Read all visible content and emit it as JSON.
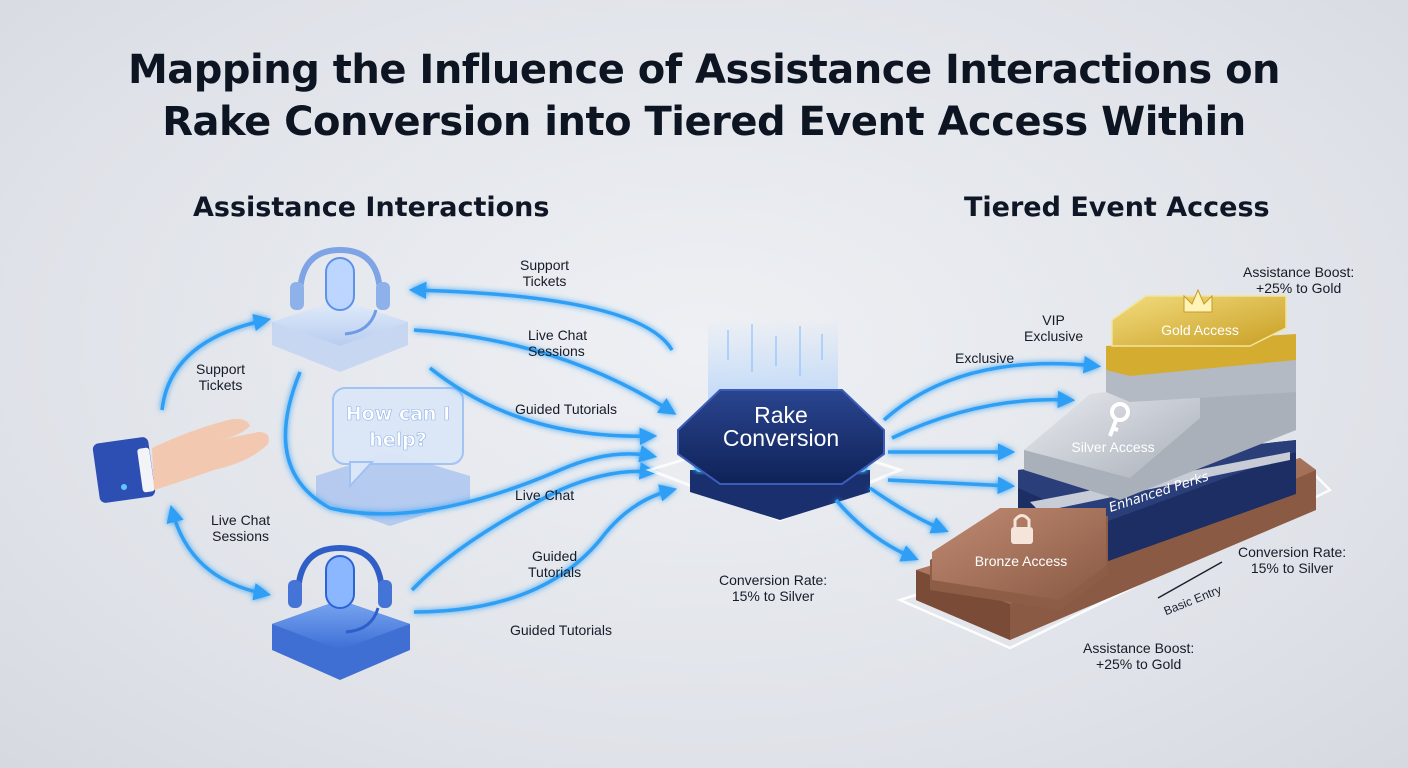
{
  "title_line1": "Mapping the Influence of Assistance Interactions on",
  "title_line2": "Rake Conversion into Tiered Event Access Within",
  "left_heading": "Assistance Interactions",
  "right_heading": "Tiered Event Access",
  "chat_bubble": {
    "line1": "How can I",
    "line2": "help?"
  },
  "hub": {
    "line1": "Rake",
    "line2": "Conversion"
  },
  "left_labels": {
    "support_tickets_left": {
      "l1": "Support",
      "l2": "Tickets"
    },
    "live_chat_sessions_left": {
      "l1": "Live Chat",
      "l2": "Sessions"
    },
    "support_tickets_top": {
      "l1": "Support",
      "l2": "Tickets"
    },
    "live_chat_sessions_mid": {
      "l1": "Live Chat",
      "l2": "Sessions"
    },
    "guided_tutorials_mid": "Guided Tutorials",
    "live_chat": "Live Chat",
    "guided_tutorials_low": {
      "l1": "Guided",
      "l2": "Tutorials"
    },
    "guided_tutorials_bottom": "Guided Tutorials"
  },
  "center_note": {
    "l1": "Conversion Rate:",
    "l2": "15% to Silver"
  },
  "tiers": {
    "gold": "Gold Access",
    "silver": "Silver Access",
    "bronze": "Bronze Access",
    "enhanced": "Enhanced Perks",
    "basic": "Basic Entry"
  },
  "right_labels": {
    "vip": {
      "l1": "VIP",
      "l2": "Exclusive"
    },
    "exclusive": "Exclusive",
    "boost_top": {
      "l1": "Assistance Boost:",
      "l2": "+25% to Gold"
    },
    "rate_right": {
      "l1": "Conversion Rate:",
      "l2": "15% to Silver"
    },
    "boost_bottom": {
      "l1": "Assistance Boost:",
      "l2": "+25% to Gold"
    }
  },
  "colors": {
    "arrow": "#2f9ff5",
    "hub_dark": "#142a66",
    "gold": "#d9b43c",
    "silver": "#b9bec8",
    "navy": "#1c2e63",
    "bronze": "#9a6a52"
  }
}
